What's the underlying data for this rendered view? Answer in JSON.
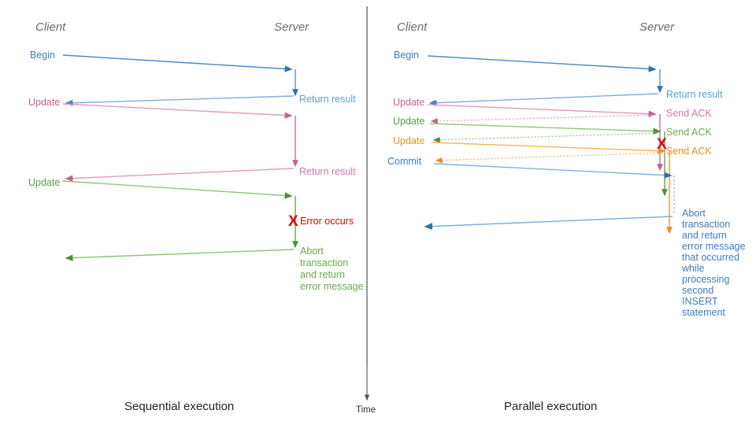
{
  "colors": {
    "blue": "#4a86c8",
    "blue_light": "#7fb0de",
    "pink": "#c4608f",
    "pink_light": "#dd9fbd",
    "green": "#5a9c4a",
    "green_light": "#93c47d",
    "orange": "#e8901f",
    "orange_light": "#f5b461",
    "red": "#e00000",
    "axis": "#555555",
    "lane": "#6b6b6b",
    "divider": "#444444"
  },
  "divider": {
    "name": "panel-divider"
  },
  "time_axis": {
    "label": "Time"
  },
  "panels": [
    {
      "id": "sequential",
      "caption": "Sequential execution",
      "client_title": "Client",
      "server_title": "Server",
      "messages": [
        {
          "label": "Begin",
          "color_key": "blue",
          "side": "client"
        },
        {
          "label": "Return result",
          "color_key": "blue",
          "side": "server"
        },
        {
          "label": "Update",
          "color_key": "pink",
          "side": "client"
        },
        {
          "label": "Return result",
          "color_key": "pink",
          "side": "server"
        },
        {
          "label": "Update",
          "color_key": "green",
          "side": "client"
        }
      ],
      "error": {
        "marker": "X",
        "label": "Error occurs"
      },
      "abort_note": [
        "Abort",
        "transaction",
        "and return",
        "error message"
      ]
    },
    {
      "id": "parallel",
      "caption": "Parallel execution",
      "client_title": "Client",
      "server_title": "Server",
      "messages": [
        {
          "label": "Begin",
          "color_key": "blue",
          "side": "client"
        },
        {
          "label": "Return result",
          "color_key": "blue",
          "side": "server"
        },
        {
          "label": "Update",
          "color_key": "pink",
          "side": "client"
        },
        {
          "label": "Send ACK",
          "color_key": "pink",
          "side": "server"
        },
        {
          "label": "Update",
          "color_key": "green",
          "side": "client"
        },
        {
          "label": "Send ACK",
          "color_key": "green",
          "side": "server"
        },
        {
          "label": "Update",
          "color_key": "orange",
          "side": "client"
        },
        {
          "label": "Send ACK",
          "color_key": "orange",
          "side": "server"
        },
        {
          "label": "Commit",
          "color_key": "blue",
          "side": "client"
        }
      ],
      "error": {
        "marker": "X",
        "label": ""
      },
      "abort_note": [
        "Abort",
        "transaction",
        "and return",
        "error message",
        "that occurred",
        "while",
        "processing",
        "second",
        "INSERT",
        "statement"
      ]
    }
  ]
}
